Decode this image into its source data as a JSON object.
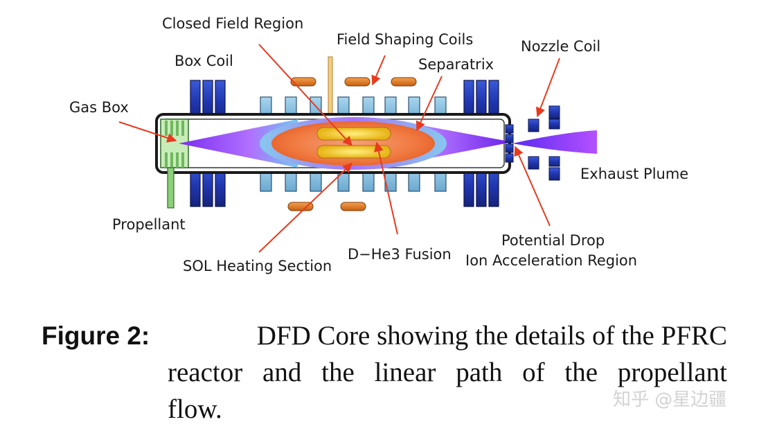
{
  "labels": {
    "closed_field_region": "Closed Field Region",
    "field_shaping_coils": "Field Shaping Coils",
    "nozzle_coil": "Nozzle Coil",
    "box_coil": "Box Coil",
    "separatrix": "Separatrix",
    "gas_box": "Gas Box",
    "exhaust_plume": "Exhaust Plume",
    "propellant": "Propellant",
    "potential_drop": "Potential Drop",
    "ion_acceleration_region": "Ion Acceleration Region",
    "sol_heating_section": "SOL Heating Section",
    "dhe3_fusion": "D−He3 Fusion"
  },
  "caption": {
    "label": "Figure 2:",
    "line1": "DFD Core showing the details of the PFRC",
    "line2": "reactor and the linear path of the propellant",
    "line3": "flow."
  },
  "watermark": "知乎 @星边疆",
  "colors": {
    "arrow": "#e83a1e",
    "coil_dark": "#1c2a8c",
    "coil_light": "#3a5ad8",
    "field_coil": "#8fc5e0",
    "orange_coil": "#e07a22",
    "plasma_orange": "#f0834a",
    "core_yellow": "#f2c828",
    "plasma_purple": "#9a3cf0",
    "gasbox_green": "#8ccf78"
  }
}
